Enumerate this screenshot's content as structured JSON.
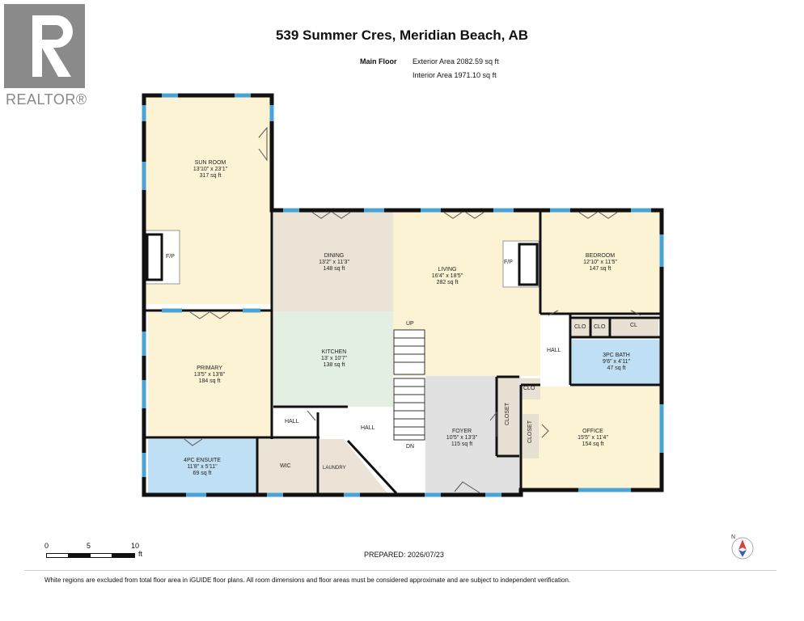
{
  "logo": {
    "text": "REALTOR®"
  },
  "header": {
    "address": "539 Summer Cres, Meridian Beach, AB",
    "floor_label": "Main Floor",
    "exterior_area": "Exterior Area 2082.59 sq ft",
    "interior_area": "Interior Area 1971.10 sq ft"
  },
  "rooms": {
    "sun_room": {
      "name": "SUN ROOM",
      "dims": "13'10\" x 23'1\"",
      "area": "317 sq ft"
    },
    "dining": {
      "name": "DINING",
      "dims": "13'2\" x 11'3\"",
      "area": "148 sq ft"
    },
    "living": {
      "name": "LIVING",
      "dims": "16'4\" x 18'5\"",
      "area": "282 sq ft"
    },
    "bedroom": {
      "name": "BEDROOM",
      "dims": "12'10\" x 11'5\"",
      "area": "147 sq ft"
    },
    "kitchen": {
      "name": "KITCHEN",
      "dims": "13' x 10'7\"",
      "area": "138 sq ft"
    },
    "primary": {
      "name": "PRIMARY",
      "dims": "13'5\" x 13'8\"",
      "area": "184 sq ft"
    },
    "bath3": {
      "name": "3PC BATH",
      "dims": "9'6\" x 4'11\"",
      "area": "47 sq ft"
    },
    "foyer": {
      "name": "FOYER",
      "dims": "10'5\" x 13'3\"",
      "area": "115 sq ft"
    },
    "office": {
      "name": "OFFICE",
      "dims": "15'5\" x 11'4\"",
      "area": "154 sq ft"
    },
    "ensuite": {
      "name": "4PC ENSUITE",
      "dims": "11'8\" x 5'11\"",
      "area": "69 sq ft"
    }
  },
  "labels": {
    "fp_left": "F/P",
    "fp_right": "F/P",
    "clo1": "CLO",
    "clo2": "CLO",
    "cl": "CL",
    "clo3": "CLO",
    "hall_right": "HALL",
    "hall_left": "HALL",
    "hall_mid": "HALL",
    "up": "UP",
    "dn": "DN",
    "wic": "WIC",
    "laundry": "LAUNDRY",
    "closet1": "CLOSET",
    "closet2": "CLOSET"
  },
  "scale": {
    "t0": "0",
    "t5": "5",
    "t10": "10",
    "unit": "ft"
  },
  "prepared": "PREPARED: 2026/07/23",
  "compass": {
    "label": "N"
  },
  "footer": "White regions are excluded from total floor area in iGUIDE floor plans. All room dimensions and floor areas must be considered approximate and are subject to independent verification.",
  "colors": {
    "yellow": "#fbf3d3",
    "tan": "#ebe3d6",
    "green": "#e4efe3",
    "blue": "#bfe0f4",
    "gray": "#e1e1e1",
    "closet": "#e8e0d2",
    "wall": "#111111",
    "window": "#4aa3d6"
  }
}
